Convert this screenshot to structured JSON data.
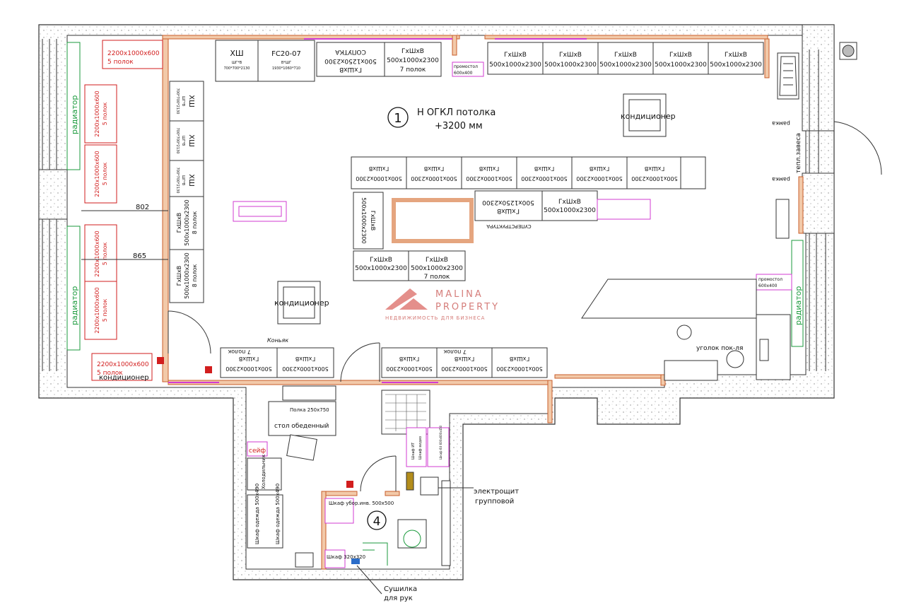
{
  "room1": {
    "number": "1",
    "ceiling": "Н ОГКЛ потолка",
    "height": "+3200 мм"
  },
  "room4": {
    "number": "4"
  },
  "watermark": {
    "line1": "MALINA",
    "line2": "PROPERTY",
    "line3": "НЕДВИЖИМОСТЬ ДЛЯ БИЗНЕСА"
  },
  "left": {
    "radiator": "радиатор",
    "top_block": {
      "size": "2200x1000x600",
      "shelves": "5 полок"
    },
    "blocks": [
      {
        "size": "2200x1000x600",
        "shelves": "5 полок"
      },
      {
        "size": "2200x1000x600",
        "shelves": "5 полок"
      },
      {
        "size": "2200x1000x600",
        "shelves": "5 полок"
      },
      {
        "size": "2200x1000x600",
        "shelves": "5 полок"
      }
    ],
    "bottom_block": {
      "size": "2200x1000x600",
      "shelves": "5 полок"
    },
    "dim1": "802",
    "dim2": "865",
    "ac": "кондиционер"
  },
  "fridges_top": [
    {
      "label": "ХШ",
      "sub": "ШГ*В",
      "dims": "700*700*2130"
    },
    {
      "label": "FC20-07",
      "sub": "В*ШГ",
      "dims": "1930*1060*710"
    }
  ],
  "fridges_left": [
    {
      "label": "ХШ",
      "sub": "ШГ*В",
      "dims": "700*700*2130"
    },
    {
      "label": "ХШ",
      "sub": "ШГ*В",
      "dims": "700*700*2130"
    },
    {
      "label": "ХШ",
      "sub": "ШГ*В",
      "dims": "700*700*2130"
    }
  ],
  "unit_label": "ГхШхВ",
  "unit_label_alt": "ГхШхВ",
  "top_sopulka": {
    "label": "ГхШхВ",
    "size": "500x1250x2300",
    "name": "СОПУТКА"
  },
  "top_unit7": {
    "label": "ГхШхВ",
    "size": "500x1000x2300",
    "shelves": "7 полок"
  },
  "promo": {
    "label": "промостол",
    "size": "600x400"
  },
  "top_units": [
    "500x1000x2300",
    "500x1000x2300",
    "500x1000x2300",
    "500x1000x2300",
    "500x1000x2300"
  ],
  "left_units": [
    {
      "label": "ГхШхВ",
      "size": "500x1000x2300",
      "shelves": "8 полок"
    },
    {
      "label": "ГхШхВ",
      "size": "500x1000x2300",
      "shelves": "8 полок"
    }
  ],
  "island_top": [
    "500x1000x2300",
    "500x1000x2300",
    "500x1000x2300",
    "500x1000x2300",
    "500x1000x2300",
    "500x1000x2300"
  ],
  "island_mid": {
    "label1": "ГхШхВ",
    "size1": "500x1250x2300",
    "label2": "ГхШхВ",
    "size2": "500x1000x2300",
    "name": "СУПЕРСТРУКТУРА"
  },
  "island_end": {
    "label": "ГхШхВ",
    "size": "500x1000x2300"
  },
  "island_bottom": [
    {
      "label": "ГхШхВ",
      "size": "500x1000x2300"
    },
    {
      "label": "ГхШхВ",
      "size": "500x1000x2300",
      "shelves": "7 полок"
    }
  ],
  "ac_center": "кондиционер",
  "ac_top": "кондиционер",
  "bottom_left": {
    "label": "Коньяк",
    "shelves": "7 полок",
    "units": [
      "500x1000x2300",
      "500x1000x2300"
    ]
  },
  "bottom_right": {
    "shelves": "7 полок",
    "units": [
      "500x1000x2300",
      "500x1000x2300",
      "500x1000x2300"
    ]
  },
  "right": {
    "ramka1": "рамка",
    "curtain": "тепл.завеса",
    "ramka2": "рамка",
    "radiator": "радиатор",
    "promo": "промостол",
    "promo_size": "600x400",
    "corner": "уголок пок-ля"
  },
  "back": {
    "polka": "Полка 250x750",
    "table": "стол обеденный",
    "safe": "сейф",
    "fridge": "Холодильник",
    "wardrobe1": "Шкаф одежда 500x490",
    "wardrobe2": "Шкаф одежда 500x490",
    "cabinet": "Шкаф убор.инв. 500x500",
    "small_cab": "Шкаф 320x320",
    "dryer1": "Сушилка",
    "dryer2": "для рук",
    "shield1": "электрощит",
    "shield2": "групповой",
    "it_cab": "Шкаф ИТ",
    "video_cab": "Шкаф видео",
    "it_dims": "Шкаф 6U 600x600x450"
  }
}
